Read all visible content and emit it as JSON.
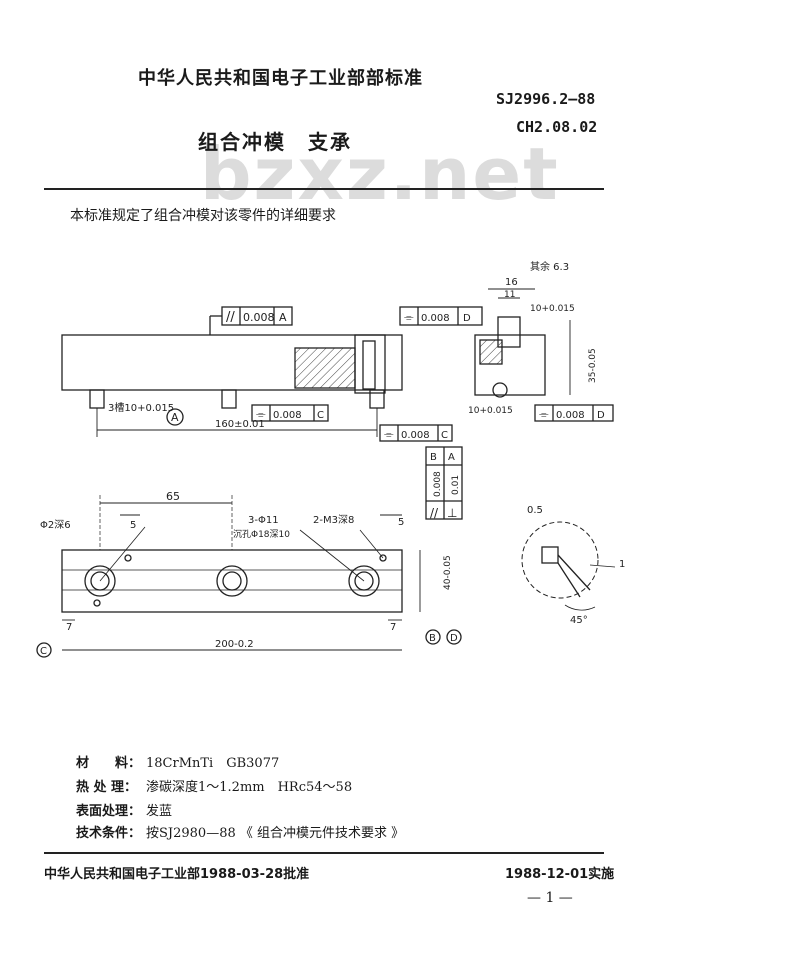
{
  "header": {
    "org_standard": "中华人民共和国电子工业部部标准",
    "code": "SJ2996.2—88",
    "code2": "CH2.08.02",
    "title": "组合冲模　支承",
    "watermark": "bzxz.net"
  },
  "intro": "本标准规定了组合冲模对该零件的详细要求",
  "drawing": {
    "tol_parallel": "//",
    "tol_value": "0.008",
    "datum_a": "A",
    "datum_b": "B",
    "datum_c": "C",
    "datum_d": "D",
    "sym": "⌯",
    "perp": "⊥",
    "perp_value": "0.01",
    "dim_160": "160±0.01",
    "dim_200": "200-0.2",
    "dim_65": "65",
    "dim_5a": "5",
    "dim_5b": "5",
    "dim_7a": "7",
    "dim_7b": "7",
    "dim_16": "16",
    "dim_11": "11",
    "dim_10": "10+0.015",
    "dim_10b": "10+0.015",
    "dim_40": "40-0.05",
    "dim_35": "35-0.05",
    "note_holes": "3-Φ11",
    "note_cbore": "沉孔Φ18深10",
    "note_m3": "2-M3深8",
    "note_pin": "Φ2深6",
    "note_slot": "3槽10+0.015",
    "surface_rest": "其余 6.3",
    "detail_05": "0.5",
    "detail_1": "1",
    "detail_45": "45°"
  },
  "specs": [
    {
      "key": "材　　料：",
      "value": "18CrMnTi　GB3077"
    },
    {
      "key": "热 处 理：",
      "value": "渗碳深度1～1.2mm　HRc54～58"
    },
    {
      "key": "表面处理：",
      "value": "发蓝"
    },
    {
      "key": "技术条件：",
      "value": "按SJ2980—88 《 组合冲模元件技术要求 》"
    }
  ],
  "footer": {
    "approval": "中华人民共和国电子工业部1988-03-28批准",
    "effective": "1988-12-01实施",
    "page": "— 1 —"
  }
}
